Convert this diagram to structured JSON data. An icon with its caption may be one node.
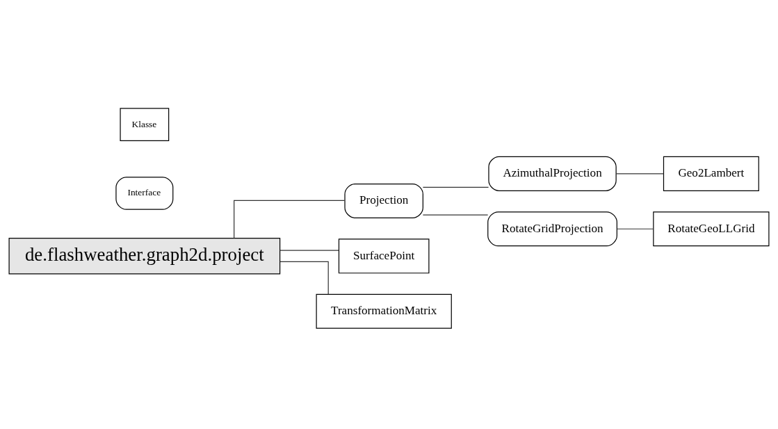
{
  "diagram": {
    "nodes": [
      {
        "text": [
          "de.flashweather.graph2d.project"
        ]
      },
      {
        "text": [
          "Projection"
        ]
      },
      {
        "text": [
          "AzimuthalProjection"
        ]
      },
      {
        "text": [
          "Geo2Lambert"
        ]
      },
      {
        "text": [
          "RotateGridProjection"
        ]
      },
      {
        "text": [
          "RotateGeoLLGrid"
        ]
      },
      {
        "text": [
          "SurfacePoint"
        ]
      },
      {
        "text": [
          "TransformationMatrix"
        ]
      }
    ],
    "edges": [
      {
        "from": 0,
        "to": 1,
        "arrow": "none"
      },
      {
        "from": 1,
        "to": 2,
        "arrow": "none"
      },
      {
        "from": 1,
        "to": 4,
        "arrow": "none"
      },
      {
        "from": 2,
        "to": 3,
        "arrow": "none"
      },
      {
        "from": 4,
        "to": 5,
        "arrow": "none"
      },
      {
        "from": 0,
        "to": 6,
        "arrow": "none"
      },
      {
        "from": 0,
        "to": 7,
        "arrow": "none"
      }
    ],
    "legend": [
      {
        "text": "Klasse"
      },
      {
        "text": "Interface"
      }
    ]
  }
}
